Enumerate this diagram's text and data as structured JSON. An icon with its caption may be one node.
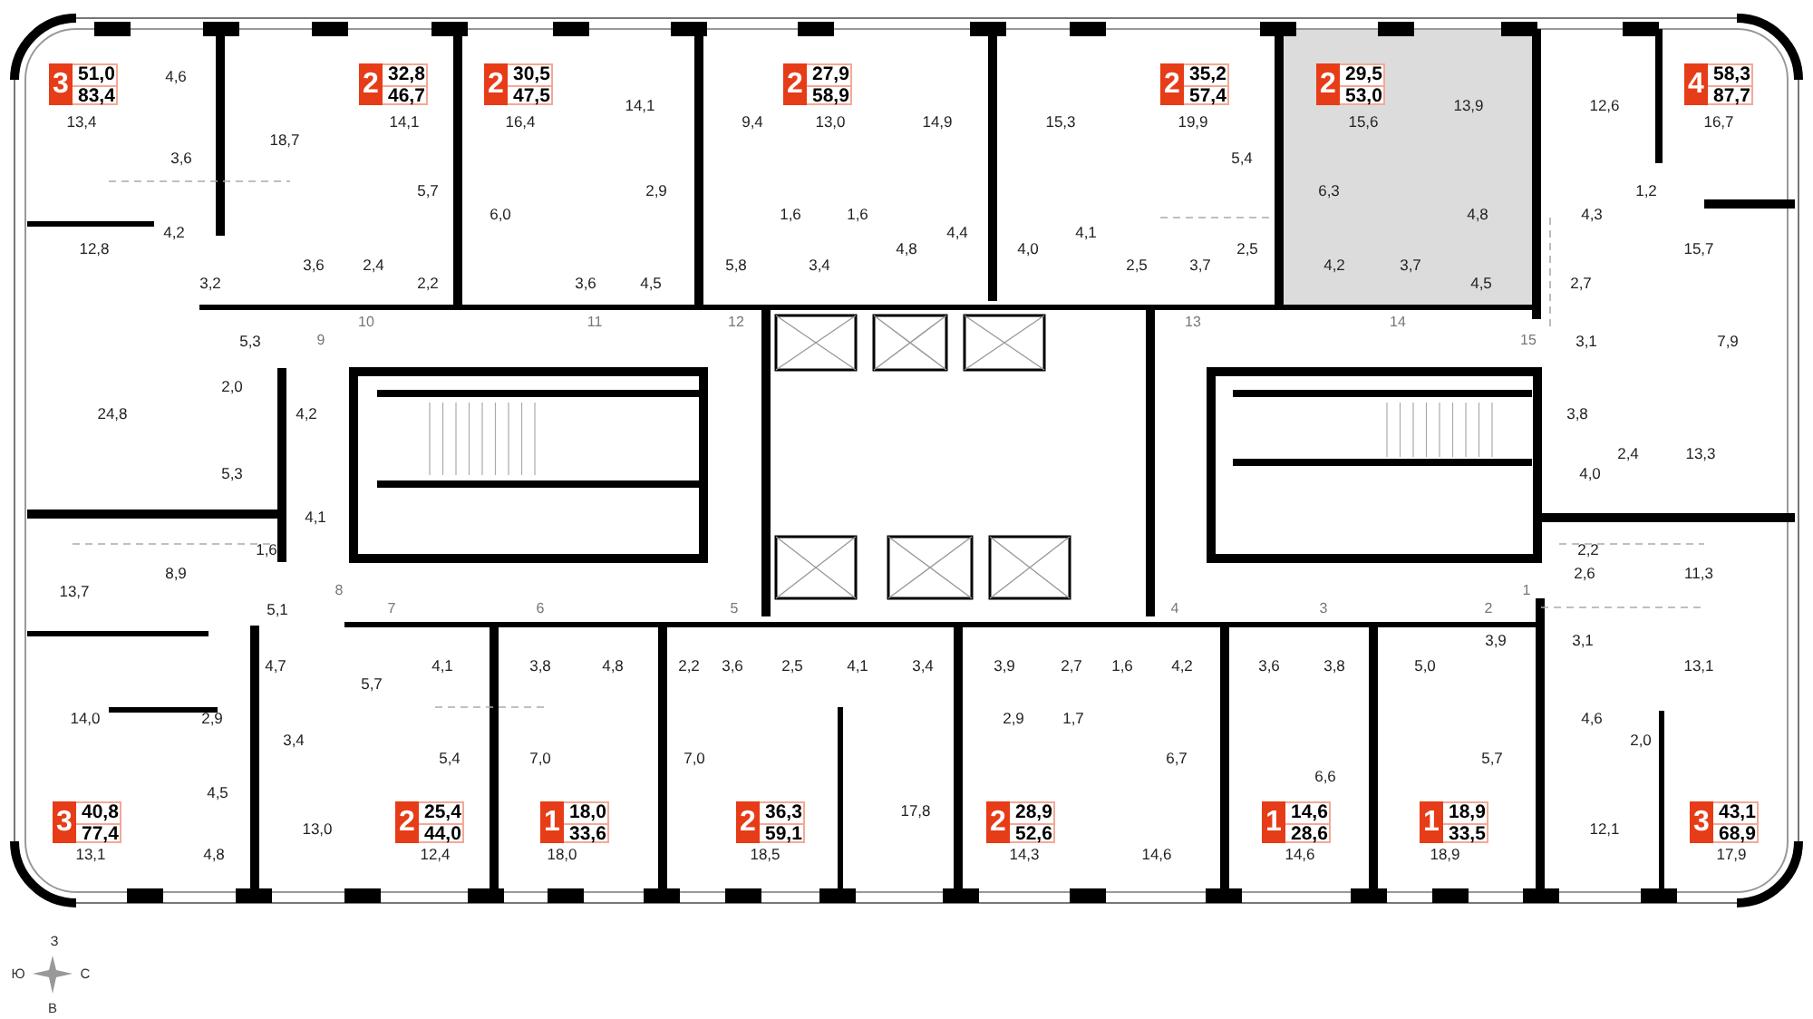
{
  "diagram": {
    "nodes": [
      {
        "text": [
          "3",
          "51,0",
          "83,4"
        ]
      },
      {
        "text": [
          "2",
          "32,8",
          "46,7"
        ]
      },
      {
        "text": [
          "2",
          "30,5",
          "47,5"
        ]
      },
      {
        "text": [
          "2",
          "27,9",
          "58,9"
        ]
      },
      {
        "text": [
          "2",
          "35,2",
          "57,4"
        ]
      },
      {
        "text": [
          "2",
          "29,5",
          "53,0"
        ]
      },
      {
        "text": [
          "4",
          "58,3",
          "87,7"
        ]
      },
      {
        "text": [
          "3",
          "40,8",
          "77,4"
        ]
      },
      {
        "text": [
          "2",
          "25,4",
          "44,0"
        ]
      },
      {
        "text": [
          "1",
          "18,0",
          "33,6"
        ]
      },
      {
        "text": [
          "2",
          "36,3",
          "59,1"
        ]
      },
      {
        "text": [
          "2",
          "28,9",
          "52,6"
        ]
      },
      {
        "text": [
          "1",
          "14,6",
          "28,6"
        ]
      },
      {
        "text": [
          "1",
          "18,9",
          "33,5"
        ]
      },
      {
        "text": [
          "3",
          "43,1",
          "68,9"
        ]
      }
    ],
    "labels": [
      "4,6",
      "14,1",
      "13,9",
      "12,6",
      "13,4",
      "14,1",
      "16,4",
      "9,4",
      "13,0",
      "14,9",
      "15,3",
      "19,9",
      "15,6",
      "16,7",
      "18,7",
      "3,6",
      "5,4",
      "5,7",
      "2,9",
      "6,3",
      "1,2",
      "6,0",
      "1,6",
      "1,6",
      "4,8",
      "4,3",
      "4,2",
      "4,4",
      "4,1",
      "12,8",
      "4,8",
      "4,0",
      "2,5",
      "15,7",
      "3,6",
      "2,4",
      "5,8",
      "3,4",
      "2,5",
      "3,7",
      "4,2",
      "3,7",
      "3,2",
      "2,2",
      "3,6",
      "4,5",
      "4,5",
      "2,7",
      "10",
      "11",
      "12",
      "13",
      "14",
      "5,3",
      "9",
      "15",
      "3,1",
      "7,9",
      "2,0",
      "24,8",
      "4,2",
      "3,8",
      "2,4",
      "13,3",
      "5,3",
      "4,0",
      "4,1",
      "1,6",
      "2,2",
      "8,9",
      "2,6",
      "11,3",
      "13,7",
      "8",
      "1",
      "5,1",
      "7",
      "6",
      "5",
      "4",
      "3",
      "2",
      "3,9",
      "3,1",
      "4,7",
      "4,1",
      "3,8",
      "4,8",
      "2,2",
      "3,6",
      "2,5",
      "4,1",
      "3,4",
      "3,9",
      "2,7",
      "1,6",
      "4,2",
      "3,6",
      "3,8",
      "5,0",
      "13,1",
      "5,7",
      "14,0",
      "2,9",
      "2,9",
      "1,7",
      "4,6",
      "3,4",
      "2,0",
      "5,4",
      "7,0",
      "7,0",
      "6,7",
      "5,7",
      "6,6",
      "4,5",
      "17,8",
      "13,0",
      "12,1",
      "13,1",
      "4,8",
      "12,4",
      "18,0",
      "18,5",
      "14,3",
      "14,6",
      "14,6",
      "18,9",
      "17,9",
      "З",
      "Ю",
      "С",
      "В"
    ]
  }
}
